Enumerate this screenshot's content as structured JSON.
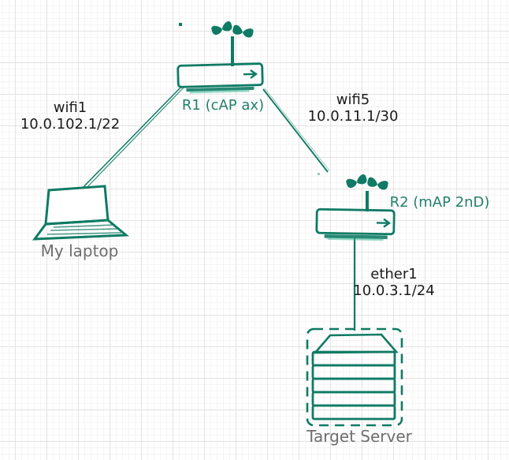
{
  "title": "Hand-drawn network lab diagram",
  "colors": {
    "ink": "#0f7b64",
    "hatch": "#35b493",
    "label_black": "#1b1b1b",
    "label_gray": "#6e6e6e",
    "label_teal": "#23806b",
    "grid_minor": "#f6f4f4",
    "grid_major": "#e4e2e2",
    "canvas": "#ffffff"
  },
  "icons": {
    "r1": "wireless-access-point-icon",
    "r2": "wireless-access-point-icon",
    "laptop": "laptop-icon",
    "server": "server-rack-icon"
  },
  "nodes": {
    "r1": {
      "label": "R1 (cAP ax)"
    },
    "r2": {
      "label": "R2 (mAP 2nD)"
    },
    "laptop": {
      "label": "My laptop"
    },
    "server": {
      "label": "Target Server"
    }
  },
  "links": {
    "wifi1": {
      "interface": "wifi1",
      "address": "10.0.102.1/22",
      "from": "laptop",
      "to": "r1"
    },
    "wifi5": {
      "interface": "wifi5",
      "address": "10.0.11.1/30",
      "from": "r1",
      "to": "r2"
    },
    "ether1": {
      "interface": "ether1",
      "address": "10.0.3.1/24",
      "from": "r2",
      "to": "server"
    }
  }
}
